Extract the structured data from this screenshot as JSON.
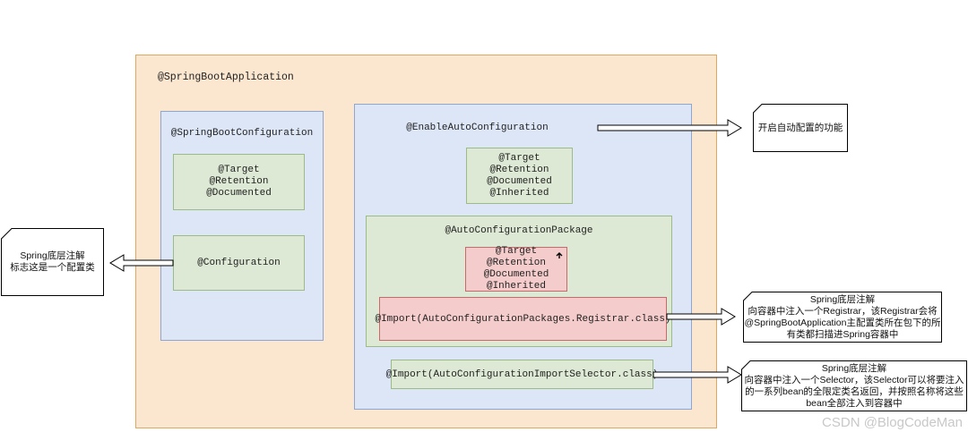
{
  "outer": {
    "title": "@SpringBootApplication"
  },
  "config_box": {
    "title": "@SpringBootConfiguration",
    "meta": [
      "@Target",
      "@Retention",
      "@Documented"
    ],
    "configuration": "@Configuration"
  },
  "auto_box": {
    "title": "@EnableAutoConfiguration",
    "meta": [
      "@Target",
      "@Retention",
      "@Documented",
      "@Inherited"
    ],
    "package": {
      "title": "@AutoConfigurationPackage",
      "meta": [
        "@Target",
        "@Retention",
        "@Documented",
        "@Inherited"
      ],
      "import": "@Import(AutoConfigurationPackages.Registrar.class)"
    },
    "import_selector": "@Import(AutoConfigurationImportSelector.class)"
  },
  "notes": {
    "enable": "开启自动配置的功能",
    "spring_annotation": [
      "Spring底层注解",
      "标志这是一个配置类"
    ],
    "registrar": [
      "Spring底层注解",
      "向容器中注入一个Registrar，该Registrar会将",
      "@SpringBootApplication主配置类所在包下的所",
      "有类都扫描进Spring容器中"
    ],
    "selector": [
      "Spring底层注解",
      "向容器中注入一个Selector，该Selector可以将要注入",
      "的一系列bean的全限定类名返回，并按照名称将这些",
      "bean全部注入到容器中"
    ]
  },
  "watermark": "CSDN @BlogCodeMan",
  "colors": {
    "outer": "#fbe6cf",
    "blue": "#dde6f7",
    "green": "#dde9d4",
    "red": "#f4cccb"
  }
}
